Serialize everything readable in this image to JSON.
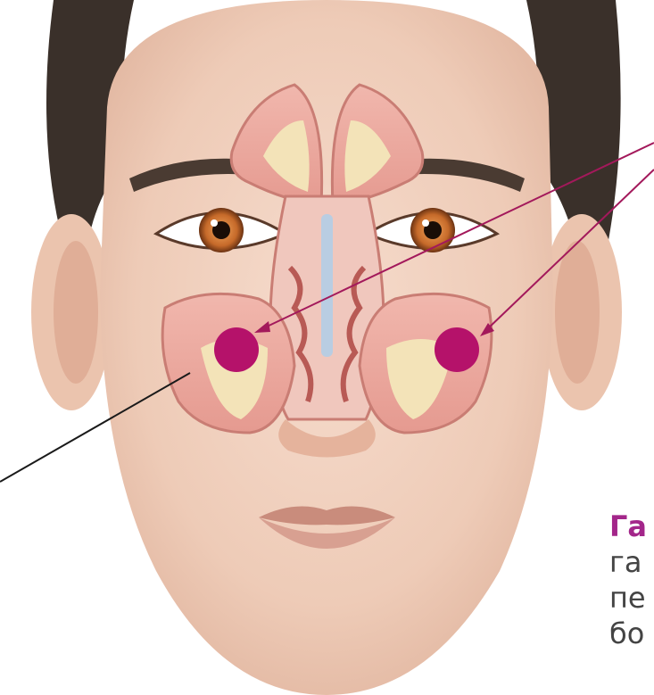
{
  "illustration": {
    "subject": "face-with-sinus-anatomy",
    "icon": "head-anatomy-illustration"
  },
  "markers": {
    "color": "#b5126a",
    "count": 2
  },
  "pointer_lines": {
    "accent_color": "#a3195b",
    "dark_color": "#1a1a1a"
  },
  "caption": {
    "title": "Га",
    "title_color": "#a3268a",
    "lines": [
      "га",
      "пе",
      "бо"
    ]
  }
}
